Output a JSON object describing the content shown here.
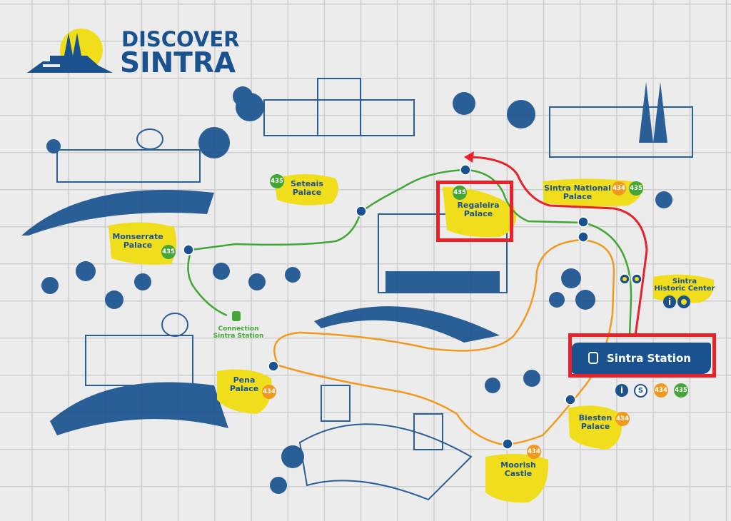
{
  "logo": {
    "line1": "DISCOVER",
    "line2": "SINTRA"
  },
  "colors": {
    "blue": "#1a5290",
    "yellow": "#f0de1c",
    "green_route": "#43a637",
    "orange_route": "#f29a1f",
    "highlight": "#e8222a"
  },
  "places": {
    "seteais": {
      "name": "Seteais Palace",
      "line1": "Seteais",
      "line2": "Palace",
      "routes": [
        "435"
      ]
    },
    "monserrate": {
      "name": "Monserrate Palace",
      "line1": "Monserrate",
      "line2": "Palace",
      "routes": [
        "435"
      ]
    },
    "regaleira": {
      "name": "Regaleira Palace",
      "line1": "Regaleira",
      "line2": "Palace",
      "routes": [
        "435"
      ]
    },
    "national": {
      "name": "Sintra National Palace",
      "line1": "Sintra National",
      "line2": "Palace",
      "routes": [
        "434",
        "435"
      ]
    },
    "historic": {
      "name": "Sintra Historic Center",
      "line1": "Sintra",
      "line2": "Historic Center"
    },
    "connection": {
      "line1": "Connection",
      "line2": "Sintra Station"
    },
    "pena": {
      "name": "Pena Palace",
      "line1": "Pena",
      "line2": "Palace",
      "routes": [
        "434"
      ]
    },
    "biesten": {
      "name": "Biesten Palace",
      "line1": "Biesten",
      "line2": "Palace",
      "routes": [
        "434"
      ]
    },
    "moorish": {
      "name": "Moorish Castle",
      "line1": "Moorish",
      "line2": "Castle",
      "routes": [
        "434"
      ]
    },
    "station": {
      "name": "Sintra Station",
      "routes": [
        "434",
        "435"
      ]
    }
  },
  "icons": {
    "info": "i",
    "train": "S"
  }
}
